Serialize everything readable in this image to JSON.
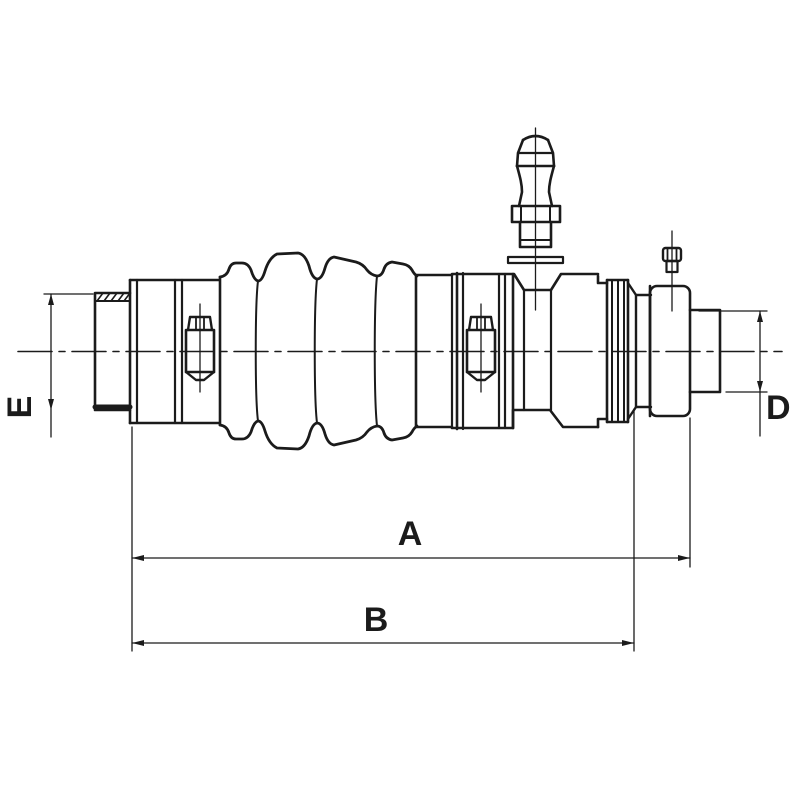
{
  "figure": {
    "subject": "cv-joint-drive-shaft-technical-drawing",
    "background_color": "#ffffff",
    "line_color": "#1b1b1b",
    "labels": {
      "A": "A",
      "B": "B",
      "D": "D",
      "E": "E"
    }
  }
}
